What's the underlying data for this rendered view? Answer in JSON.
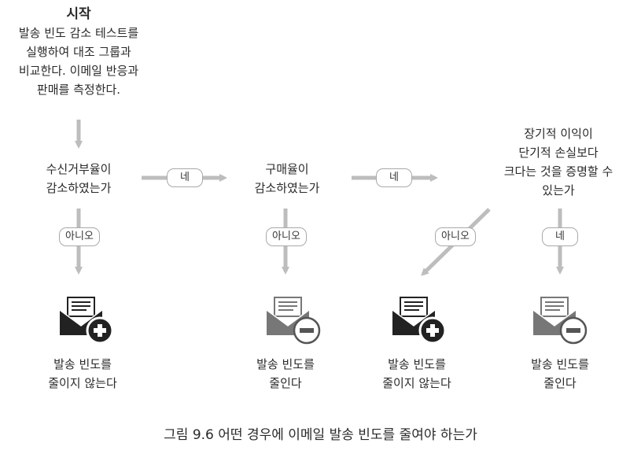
{
  "start": {
    "title": "시작",
    "lines": [
      "발송 빈도 감소 테스트를",
      "실행하여 대조 그룹과",
      "비교한다. 이메일 반응과",
      "판매를 측정한다."
    ]
  },
  "q1": {
    "lines": [
      "수신거부율이",
      "감소하였는가"
    ]
  },
  "q2": {
    "lines": [
      "구매율이",
      "감소하였는가"
    ]
  },
  "q3": {
    "lines": [
      "장기적 이익이",
      "단기적 손실보다",
      "크다는 것을 증명할 수",
      "있는가"
    ]
  },
  "labels": {
    "yes": "네",
    "no": "아니오"
  },
  "outcomes": [
    {
      "lines": [
        "발송 빈도를",
        "줄이지 않는다"
      ],
      "icon": "envelope-plus-icon"
    },
    {
      "lines": [
        "발송 빈도를",
        "줄인다"
      ],
      "icon": "envelope-minus-icon"
    },
    {
      "lines": [
        "발송 빈도를",
        "줄이지 않는다"
      ],
      "icon": "envelope-plus-icon"
    },
    {
      "lines": [
        "발송 빈도를",
        "줄인다"
      ],
      "icon": "envelope-minus-icon"
    }
  ],
  "caption": "그림 9.6 어떤 경우에 이메일 발송 빈도를 줄여야 하는가",
  "colors": {
    "arrow": "#bdbdbd",
    "dark_envelope": "#222222",
    "gray_envelope": "#777777"
  }
}
